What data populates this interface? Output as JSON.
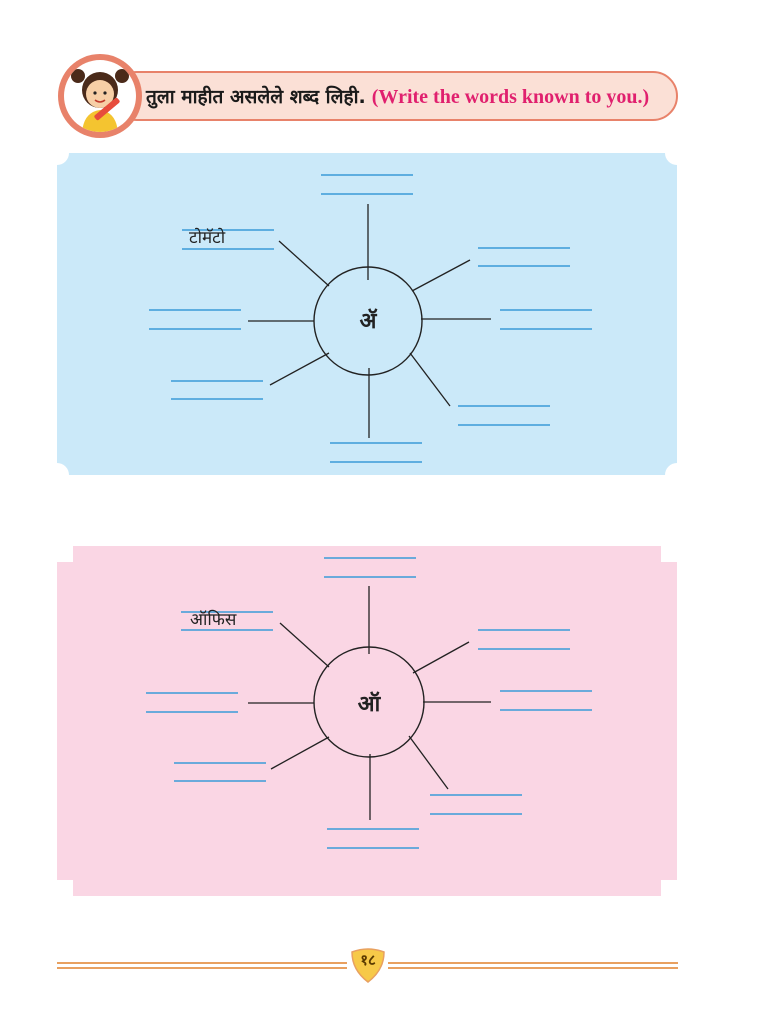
{
  "header": {
    "marathi_instruction": "तुला माहीत असलेले शब्द लिही.",
    "english_instruction": "(Write the words known to you.)"
  },
  "colors": {
    "panel1_bg": "#cbe9f9",
    "panel2_bg": "#fad6e4",
    "line_blue": "#3a9bd8",
    "banner_bg": "#fbe0d6",
    "banner_border": "#e8826a",
    "english_text": "#e0206e"
  },
  "panel1": {
    "center_letter": "ॲ",
    "example_word": "टोमॅटो"
  },
  "panel2": {
    "center_letter": "ऑ",
    "example_word": "ऑफिस"
  },
  "footer": {
    "page_number": "१८"
  },
  "icons": [
    "girl-with-pencil-icon"
  ]
}
